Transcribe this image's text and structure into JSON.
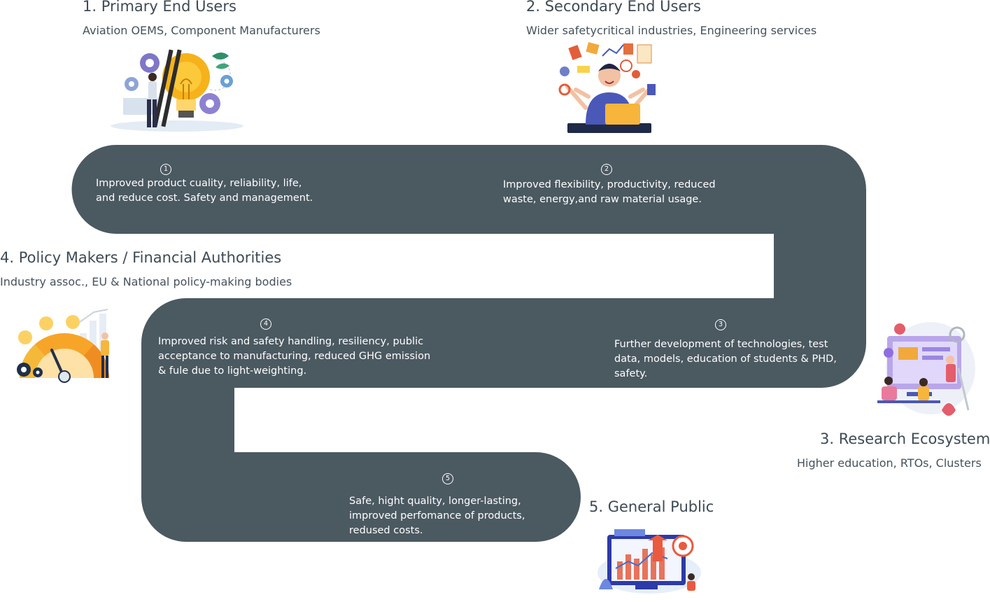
{
  "stages": [
    {
      "id": "1",
      "title": "1. Primary End Users",
      "subtitle": "Aviation OEMS, Component Manufacturers",
      "number": "1",
      "benefit": "Improved product cuality, reliability, life, and reduce cost. Safety and management.",
      "icon": "lightbulb-gears-illustration"
    },
    {
      "id": "2",
      "title": "2. Secondary End Users",
      "subtitle": "Wider safetycritical industries, Engineering services",
      "number": "2",
      "benefit": "Improved flexibility, productivity, reduced waste, energy,and raw material usage.",
      "icon": "multitasking-person-illustration"
    },
    {
      "id": "3",
      "title": "3. Research Ecosystem",
      "subtitle": "Higher education, RTOs, Clusters",
      "number": "3",
      "benefit": "Further development of technologies, test data, models, education of students & PHD, safety.",
      "icon": "research-team-illustration"
    },
    {
      "id": "4",
      "title": "4. Policy Makers / Financial Authorities",
      "subtitle": "Industry assoc., EU & National policy-making bodies",
      "number": "4",
      "benefit": "Improved risk and safety handling, resiliency, public acceptance to manufacturing, reduced GHG emission & fule due to light-weighting.",
      "icon": "gauge-meter-illustration"
    },
    {
      "id": "5",
      "title": "5. General Public",
      "subtitle": "",
      "number": "5",
      "benefit": "Safe, hight quality, longer-lasting, improved perfomance of products, redused costs.",
      "icon": "growth-chart-monitor-illustration"
    }
  ],
  "colors": {
    "path": "#4b5961",
    "text_on_path": "#ffffff",
    "title": "#3e4a55"
  }
}
